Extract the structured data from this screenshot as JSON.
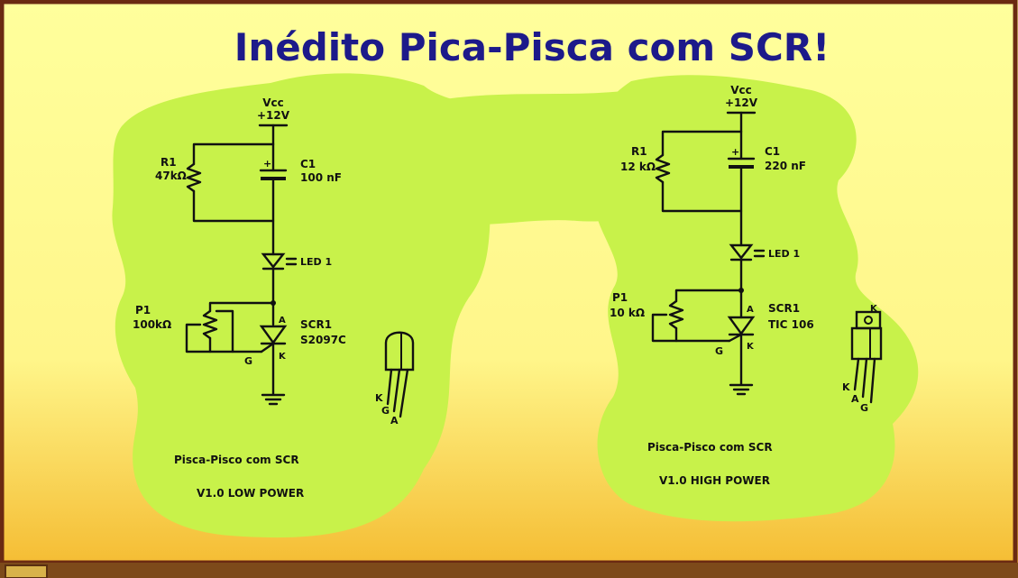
{
  "title": "Inédito Pica-Pisca com SCR!",
  "colors": {
    "board_top": "#ffff9c",
    "board_bottom": "#f4b92e",
    "blob": "#c8f24a",
    "frame": "#6b2a12",
    "ink": "#111111",
    "title_ink": "#1d1a8a"
  },
  "left_circuit": {
    "vcc": "Vcc",
    "supply": "+12V",
    "r1_name": "R1",
    "r1_value": "47kΩ",
    "c1_name": "C1",
    "c1_value": "100 nF",
    "c1_plus": "+",
    "led": "LED 1",
    "p1_name": "P1",
    "p1_value": "100kΩ",
    "scr_name": "SCR1",
    "scr_part": "S2097C",
    "pin_a": "A",
    "pin_k": "K",
    "pin_g": "G",
    "pkg_k": "K",
    "pkg_g": "G",
    "pkg_a": "A",
    "caption_1": "Pisca-Pisco com SCR",
    "caption_2": "V1.0  LOW POWER"
  },
  "right_circuit": {
    "vcc": "Vcc",
    "supply": "+12V",
    "r1_name": "R1",
    "r1_value": "12 kΩ",
    "c1_name": "C1",
    "c1_value": "220 nF",
    "c1_plus": "+",
    "led": "LED 1",
    "p1_name": "P1",
    "p1_value": "10 kΩ",
    "scr_name": "SCR1",
    "scr_part": "TIC 106",
    "pin_a": "A",
    "pin_k": "K",
    "pin_g": "G",
    "pkg_k": "K",
    "pkg_a": "A",
    "pkg_g": "G",
    "pkg_top": "K",
    "caption_1": "Pisca-Pisco  com SCR",
    "caption_2": "V1.0  HIGH  POWER"
  }
}
